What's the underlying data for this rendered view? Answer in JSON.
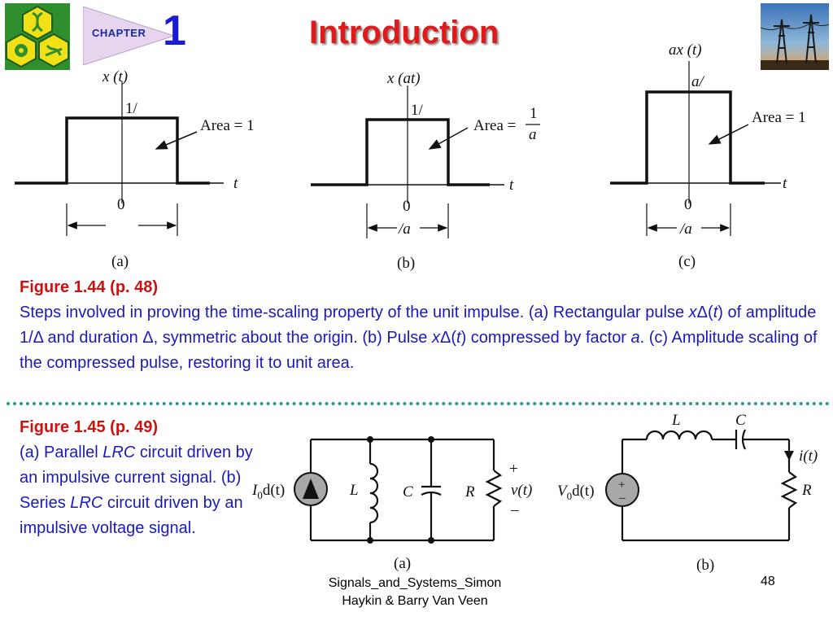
{
  "header": {
    "chapter_label": "CHAPTER",
    "chapter_number": "1",
    "title": "Introduction"
  },
  "figure_144": {
    "graphs": [
      {
        "ylabel": "x (t)",
        "amplitude": "1/",
        "area": "Area = 1",
        "axis": "t",
        "origin": "0",
        "width": "",
        "panel": "(a)"
      },
      {
        "ylabel": "x (at)",
        "amplitude": "1/",
        "area_prefix": "Area =",
        "area_num": "1",
        "area_den": "a",
        "axis": "t",
        "origin": "0",
        "width": "/a",
        "panel": "(b)"
      },
      {
        "ylabel": "ax (t)",
        "amplitude": "a/",
        "area": "Area = 1",
        "axis": "t",
        "origin": "0",
        "width": "/a",
        "panel": "(c)"
      }
    ],
    "caption": {
      "label": "Figure 1.44  (p. 48)",
      "t1": "Steps involved in proving the time-scaling property of the unit impulse. (a) Rectangular pulse ",
      "x1": "x",
      "d1": "Δ(",
      "t_1": "t",
      "t2": ") of amplitude 1/Δ and duration Δ, symmetric about the origin. (b) Pulse ",
      "x2": "x",
      "d2": "Δ(",
      "t_2": "t",
      "t3": ") compressed by factor ",
      "a": "a",
      "t4": ". (c) Amplitude scaling of the compressed pulse, restoring it to unit area."
    }
  },
  "figure_145": {
    "caption": {
      "label": "Figure 1.45  (p. 49)",
      "t1": "(a) Parallel ",
      "lrc1": "LRC",
      "t2": " circuit driven by an impulsive current signal. (b) Series ",
      "lrc2": "LRC",
      "t3": " circuit driven by an impulsive voltage signal."
    },
    "circuit_a": {
      "source": "I",
      "source_sub": "0",
      "source_rest": "d(t)",
      "inductor": "L",
      "capacitor": "C",
      "resistor": "R",
      "plus": "+",
      "minus": "–",
      "voltage": "v(t)",
      "panel": "(a)"
    },
    "circuit_b": {
      "source": "V",
      "source_sub": "0",
      "source_rest": "d(t)",
      "inductor": "L",
      "capacitor": "C",
      "resistor": "R",
      "current": "i(t)",
      "src_plus": "+",
      "src_minus": "–",
      "panel": "(b)"
    }
  },
  "footer": {
    "source_line1": "Signals_and_Systems_Simon",
    "source_line2": "Haykin & Barry Van Veen",
    "page": "48"
  },
  "colors": {
    "title": "#e01a1a",
    "chapter_number": "#1a1ad0",
    "caption_body": "#1a1ab8",
    "caption_label": "#cc1111",
    "divider": "#2a9a8a"
  },
  "icons": {
    "logo": "university-hex-logo-icon",
    "photo": "power-lines-photo-icon"
  }
}
